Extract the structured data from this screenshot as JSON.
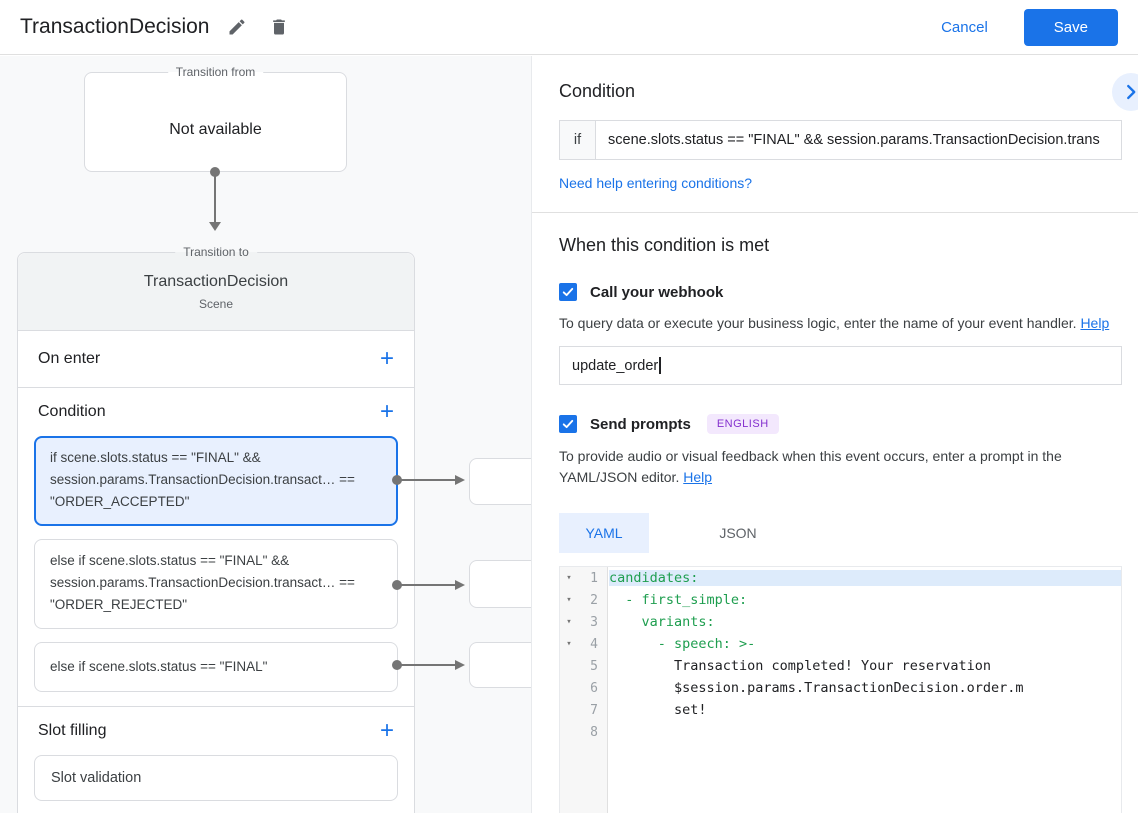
{
  "header": {
    "title": "TransactionDecision",
    "cancel_label": "Cancel",
    "save_label": "Save"
  },
  "icons": {
    "add": "+",
    "fold_arrow": "▾"
  },
  "diagram": {
    "transition_from": {
      "label": "Transition from",
      "content": "Not available"
    },
    "transition_to": {
      "label": "Transition to",
      "title": "TransactionDecision",
      "subtitle": "Scene"
    },
    "sections": {
      "on_enter": "On enter",
      "condition": "Condition",
      "slot_filling": "Slot filling"
    },
    "conditions": [
      {
        "text": "if scene.slots.status == \"FINAL\" && session.params.TransactionDecision.transact… == \"ORDER_ACCEPTED\""
      },
      {
        "text": "else if scene.slots.status == \"FINAL\" && session.params.TransactionDecision.transact… == \"ORDER_REJECTED\""
      },
      {
        "text": "else if scene.slots.status == \"FINAL\""
      }
    ],
    "slot_item": "Slot validation"
  },
  "panel": {
    "condition_heading": "Condition",
    "if_label": "if",
    "condition_value": "scene.slots.status == \"FINAL\" && session.params.TransactionDecision.trans",
    "help_link": "Need help entering conditions?",
    "when_heading": "When this condition is met",
    "webhook": {
      "label": "Call your webhook",
      "description": "To query data or execute your business logic, enter the name of your event handler.",
      "help": "Help",
      "value": "update_order"
    },
    "prompts": {
      "label": "Send prompts",
      "badge": "ENGLISH",
      "description": "To provide audio or visual feedback when this event occurs, enter a prompt in the YAML/JSON editor.",
      "help": "Help"
    },
    "tabs": {
      "yaml": "YAML",
      "json": "JSON"
    },
    "editor": {
      "lines": [
        {
          "num": "1",
          "text": "candidates:"
        },
        {
          "num": "2",
          "text": "  - first_simple:"
        },
        {
          "num": "3",
          "text": "    variants:"
        },
        {
          "num": "4",
          "text": "      - speech: >-"
        },
        {
          "num": "5",
          "text": "        Transaction completed! Your reservation"
        },
        {
          "num": "6",
          "text": "        $session.params.TransactionDecision.order.m"
        },
        {
          "num": "7",
          "text": "        set!"
        },
        {
          "num": "8",
          "text": ""
        }
      ]
    }
  },
  "colors": {
    "accent": "#1a73e8",
    "selected_bg": "#e8f0fe",
    "yaml_key": "#1e9e4f",
    "badge_bg": "#f3e8fd",
    "badge_text": "#8430ce",
    "connector": "#757575"
  }
}
